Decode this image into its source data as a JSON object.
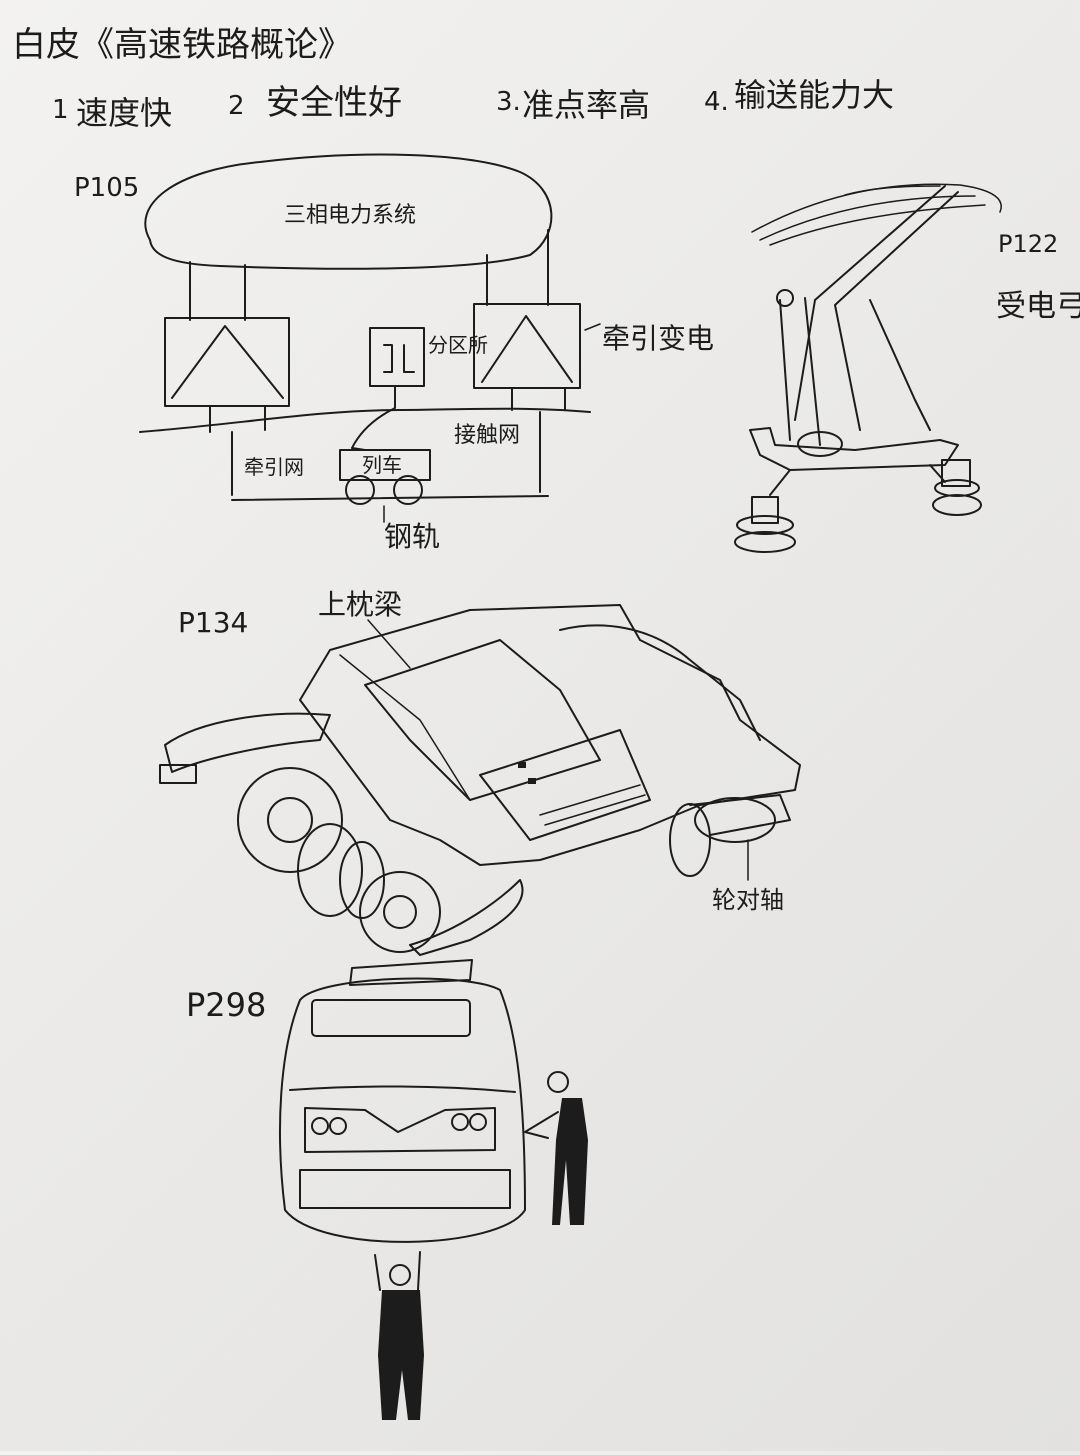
{
  "title": "白皮《高速铁路概论》",
  "features": [
    {
      "num": "1",
      "text": "速度快"
    },
    {
      "num": "2",
      "text": "安全性好"
    },
    {
      "num": "3.",
      "text": "准点率高"
    },
    {
      "num": "4.",
      "text": "输送能力大"
    }
  ],
  "diagram_power": {
    "page": "P105",
    "cloud_label": "三相电力系统",
    "substation_label": "牵引变电",
    "section_post_label": "分区所",
    "contact_wire_label": "接触网",
    "traction_network_label": "牵引网",
    "train_label": "列车",
    "rail_label": "钢轨"
  },
  "diagram_pantograph": {
    "page": "P122",
    "label": "受电弓"
  },
  "diagram_bogie": {
    "page": "P134",
    "bolster_label": "上枕梁",
    "wheelset_label": "轮对轴"
  },
  "diagram_train": {
    "page": "P298"
  },
  "colors": {
    "ink": "#1c1c1c",
    "paper": "#efeeec"
  }
}
